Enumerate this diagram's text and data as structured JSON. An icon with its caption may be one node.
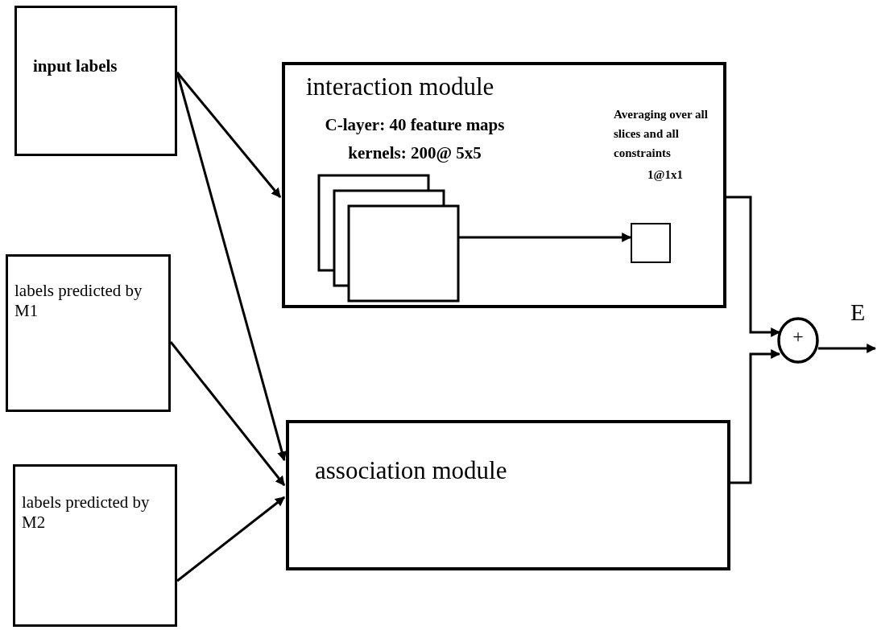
{
  "diagram": {
    "nodes": [
      {
        "text": [
          "input labels"
        ]
      },
      {
        "text": [
          "labels predicted by M1"
        ]
      },
      {
        "text": [
          "labels predicted by M2"
        ]
      },
      {
        "text": [
          "interaction module"
        ]
      },
      {
        "text": [
          "C-layer: 40 feature maps",
          "kernels: 200@ 5x5"
        ],
        "in": 3
      },
      {
        "text": [],
        "shape": "box",
        "in": 3
      },
      {
        "text": [
          "association module"
        ]
      },
      {
        "text": [
          "+"
        ]
      }
    ],
    "edges": [
      {
        "from": 0,
        "to": 3,
        "arrow": "to"
      },
      {
        "from": 0,
        "to": 6,
        "arrow": "to"
      },
      {
        "from": 1,
        "to": 6,
        "arrow": "to"
      },
      {
        "from": 2,
        "to": 6,
        "arrow": "to"
      },
      {
        "from": 4,
        "to": 5,
        "arrow": "to"
      },
      {
        "from": 3,
        "to": 7,
        "arrow": "to"
      },
      {
        "from": 6,
        "to": 7,
        "arrow": "to"
      },
      {
        "from": 7,
        "to": null,
        "arrow": "to",
        "label": "E"
      }
    ],
    "labels": [
      "Averaging over all slices and all constraints",
      "1@1x1"
    ]
  }
}
